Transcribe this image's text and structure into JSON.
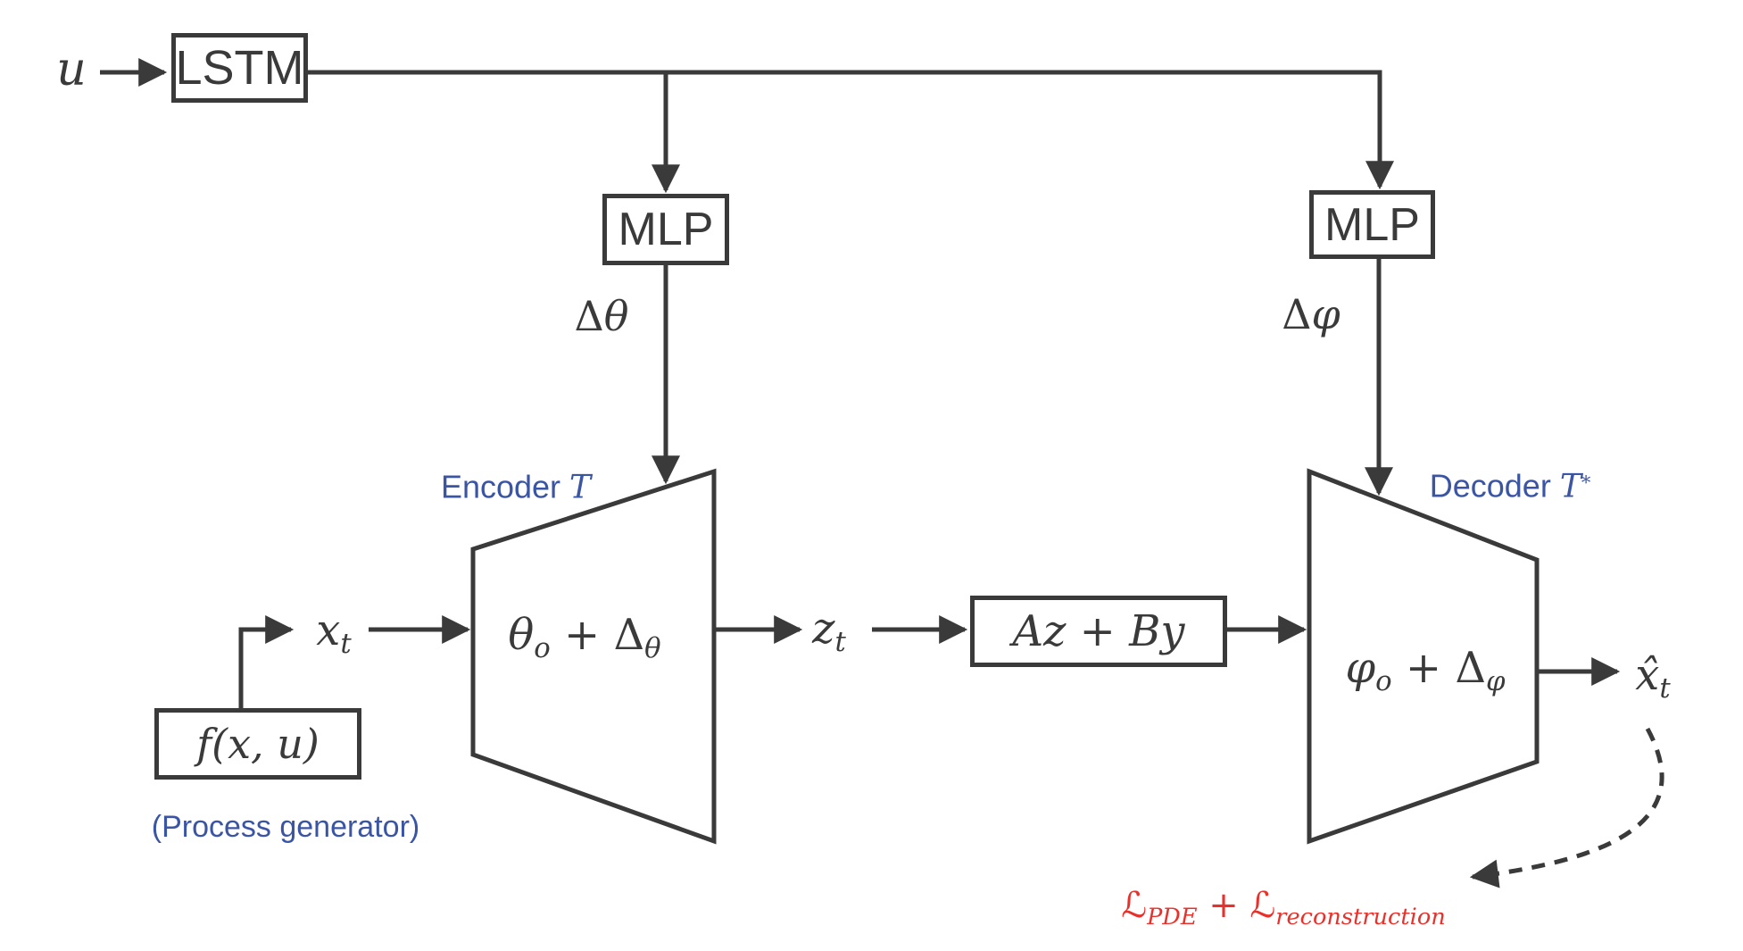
{
  "colors": {
    "line": "#3a3a3a",
    "label_blue": "#3b55a5",
    "loss_red": "#e8312b",
    "background": "#ffffff"
  },
  "diagram": {
    "u_input": "u",
    "lstm": "LSTM",
    "mlp_encoder": "MLP",
    "mlp_decoder": "MLP",
    "delta_theta": {
      "delta": "Δ",
      "var": "θ"
    },
    "delta_phi": {
      "delta": "Δ",
      "var": "φ"
    },
    "encoder_label": {
      "word": "Encoder ",
      "symbol": "T"
    },
    "decoder_label": {
      "word": "Decoder ",
      "symbol": "T",
      "star": "*"
    },
    "encoder_expr": {
      "base": "θ",
      "base_sub": "o",
      "op": " + ",
      "delta": "Δ",
      "delta_sub": "θ"
    },
    "decoder_expr": {
      "base": "φ",
      "base_sub": "o",
      "op": " + ",
      "delta": "Δ",
      "delta_sub": "φ"
    },
    "x_t": {
      "base": "x",
      "sub": "t"
    },
    "z_t": {
      "base": "z",
      "sub": "t"
    },
    "x_hat_t": {
      "base": "x̂",
      "sub": "t"
    },
    "az_by": "Az + By",
    "f_xu": "f(x, u)",
    "process_generator": "(Process generator)",
    "loss": {
      "l1": "ℒ",
      "s1": "PDE",
      "op": " + ",
      "l2": "ℒ",
      "s2": "reconstruction"
    }
  }
}
